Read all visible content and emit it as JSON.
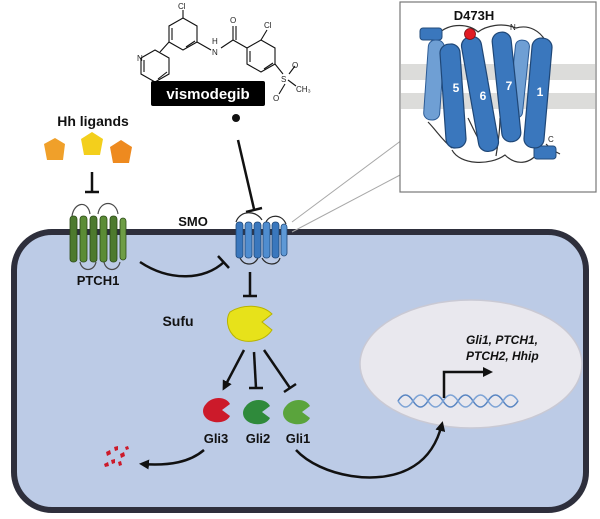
{
  "labels": {
    "drug_name": "vismodegib",
    "hh_ligands": "Hh ligands",
    "smo": "SMO",
    "ptch1": "PTCH1",
    "sufu": "Sufu",
    "gli3": "Gli3",
    "gli2": "Gli2",
    "gli1": "Gli1",
    "mutation": "D473H",
    "target_genes_line1": "Gli1, PTCH1,",
    "target_genes_line2": "PTCH2, Hhip"
  },
  "inset": {
    "helix_numbers": [
      "5",
      "6",
      "7",
      "1"
    ],
    "terminus_n": "N",
    "terminus_c": "C"
  },
  "molecule": {
    "chlorine_top": "Cl",
    "chlorine_right": "Cl",
    "nitrogen_pyridine": "N",
    "amide_h": "H",
    "amide_n": "N",
    "amide_o": "O",
    "sulfonyl": "S",
    "sulfonyl_o": "O",
    "methyl": "CH₃"
  },
  "colors": {
    "cell_fill": "#bccbe6",
    "cell_border": "#2e2f3c",
    "nucleus_fill": "#e9e8ee",
    "smo_blue": "#3a77bd",
    "ptch_green": "#4d7a2e",
    "sufu_yellow": "#e7e21a",
    "gli3_red": "#cc1a2a",
    "gli2_green": "#2f8a3b",
    "gli1_green": "#5aa43c",
    "ligand_orange": "#f0a02a",
    "ligand_yellow": "#f3cf1c",
    "mutation_red": "#e01b24",
    "drug_box": "#000000"
  }
}
